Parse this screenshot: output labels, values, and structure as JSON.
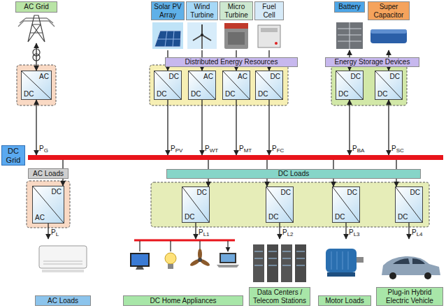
{
  "diagram": {
    "nodes": [
      {
        "text": [
          "AC Grid"
        ]
      },
      {
        "text": [
          "Solar PV Array"
        ]
      },
      {
        "text": [
          "Wind Turbine"
        ]
      },
      {
        "text": [
          "Micro Turbine"
        ]
      },
      {
        "text": [
          "Fuel Cell"
        ]
      },
      {
        "text": [
          "Battery"
        ]
      },
      {
        "text": [
          "Super Capacitor"
        ]
      },
      {
        "text": [
          "Distributed Energy Resources"
        ]
      },
      {
        "text": [
          "Energy Storage Devices"
        ]
      },
      {
        "text": [
          "AC",
          "DC"
        ]
      },
      {
        "text": [
          "DC",
          "DC"
        ]
      },
      {
        "text": [
          "AC",
          "DC"
        ]
      },
      {
        "text": [
          "AC",
          "DC"
        ]
      },
      {
        "text": [
          "DC",
          "DC"
        ]
      },
      {
        "text": [
          "DC",
          "DC"
        ]
      },
      {
        "text": [
          "DC",
          "DC"
        ]
      },
      {
        "text": [
          "DC Grid"
        ]
      },
      {
        "text": [
          "AC Loads"
        ]
      },
      {
        "text": [
          "DC Loads"
        ]
      },
      {
        "text": [
          "DC",
          "AC"
        ]
      },
      {
        "text": [
          "DC",
          "DC"
        ]
      },
      {
        "text": [
          "DC",
          "DC"
        ]
      },
      {
        "text": [
          "DC",
          "DC"
        ]
      },
      {
        "text": [
          "DC",
          "DC"
        ]
      },
      {
        "text": [
          "AC Loads"
        ]
      },
      {
        "text": [
          "DC Home Appliances"
        ]
      },
      {
        "text": [
          "Data Centers / Telecom Stations"
        ]
      },
      {
        "text": [
          "Motor Loads"
        ]
      },
      {
        "text": [
          "Plug-in Hybrid Electric Vehicle"
        ]
      }
    ],
    "edges": [
      {
        "from": 0,
        "to": 9,
        "arrow": "both"
      },
      {
        "from": 1,
        "to": 10,
        "arrow": "to"
      },
      {
        "from": 2,
        "to": 11,
        "arrow": "to"
      },
      {
        "from": 3,
        "to": 12,
        "arrow": "to"
      },
      {
        "from": 4,
        "to": 13,
        "arrow": "to"
      },
      {
        "from": 5,
        "to": 14,
        "arrow": "both"
      },
      {
        "from": 6,
        "to": 15,
        "arrow": "both"
      },
      {
        "from": 9,
        "to": 16,
        "label": "PG",
        "arrow": "both"
      },
      {
        "from": 10,
        "to": 16,
        "label": "PPV",
        "arrow": "to"
      },
      {
        "from": 11,
        "to": 16,
        "label": "PWT",
        "arrow": "to"
      },
      {
        "from": 12,
        "to": 16,
        "label": "PMT",
        "arrow": "to"
      },
      {
        "from": 13,
        "to": 16,
        "label": "PFC",
        "arrow": "to"
      },
      {
        "from": 14,
        "to": 16,
        "label": "PBA",
        "arrow": "both"
      },
      {
        "from": 15,
        "to": 16,
        "label": "PSC",
        "arrow": "both"
      },
      {
        "from": 16,
        "to": 19,
        "arrow": "to"
      },
      {
        "from": 16,
        "to": 20,
        "arrow": "to"
      },
      {
        "from": 16,
        "to": 21,
        "arrow": "to"
      },
      {
        "from": 16,
        "to": 22,
        "arrow": "to"
      },
      {
        "from": 16,
        "to": 23,
        "arrow": "to"
      },
      {
        "from": 19,
        "to": 24,
        "label": "PL",
        "arrow": "to"
      },
      {
        "from": 20,
        "to": 25,
        "label": "PL1",
        "arrow": "to"
      },
      {
        "from": 21,
        "to": 26,
        "label": "PL2",
        "arrow": "to"
      },
      {
        "from": 22,
        "to": 27,
        "label": "PL3",
        "arrow": "to"
      },
      {
        "from": 23,
        "to": 28,
        "label": "PL4",
        "arrow": "to"
      }
    ]
  }
}
